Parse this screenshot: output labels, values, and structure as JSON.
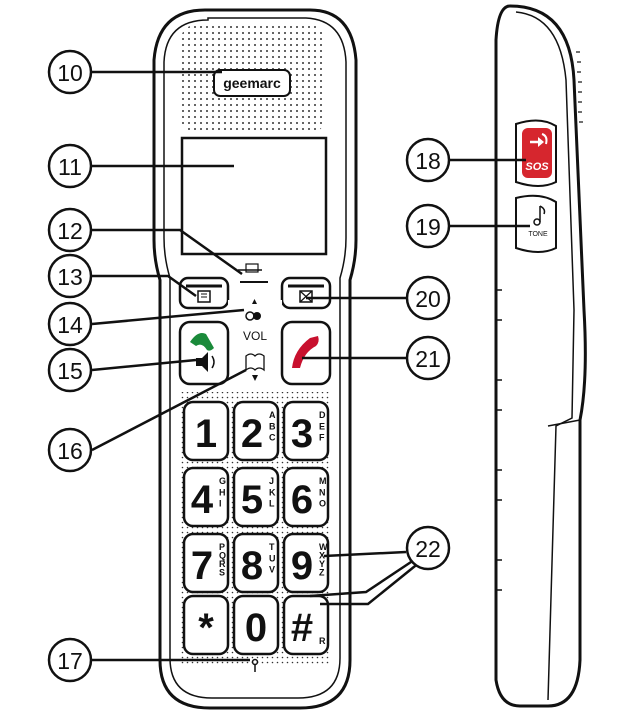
{
  "brand": {
    "logo_text": "geemarc"
  },
  "callouts": [
    "10",
    "11",
    "12",
    "13",
    "14",
    "15",
    "16",
    "17",
    "18",
    "19",
    "20",
    "21",
    "22"
  ],
  "keypad": [
    {
      "digit": "1",
      "letters": ""
    },
    {
      "digit": "2",
      "letters": "ABC"
    },
    {
      "digit": "3",
      "letters": "DEF"
    },
    {
      "digit": "4",
      "letters": "GHI"
    },
    {
      "digit": "5",
      "letters": "JKL"
    },
    {
      "digit": "6",
      "letters": "MNO"
    },
    {
      "digit": "7",
      "letters": "PQRS"
    },
    {
      "digit": "8",
      "letters": "TUV"
    },
    {
      "digit": "9",
      "letters": "WXYZ"
    },
    {
      "digit": "*",
      "letters": ""
    },
    {
      "digit": "0",
      "letters": ""
    },
    {
      "digit": "#",
      "letters": "R"
    }
  ],
  "labels": {
    "vol": "VOL",
    "sos": "SOS",
    "tone": "TONE"
  },
  "colors": {
    "outline": "#111111",
    "call_green": "#1a8a3a",
    "end_red": "#c8102e",
    "sos_red": "#d6262e"
  },
  "icons": [
    "phonebook-icon",
    "mute-icon",
    "call-icon",
    "speaker-icon",
    "end-call-icon",
    "volume-up-icon",
    "volume-down-icon",
    "charge-indicator-icon",
    "sos-icon",
    "tone-icon",
    "microphone-icon"
  ]
}
